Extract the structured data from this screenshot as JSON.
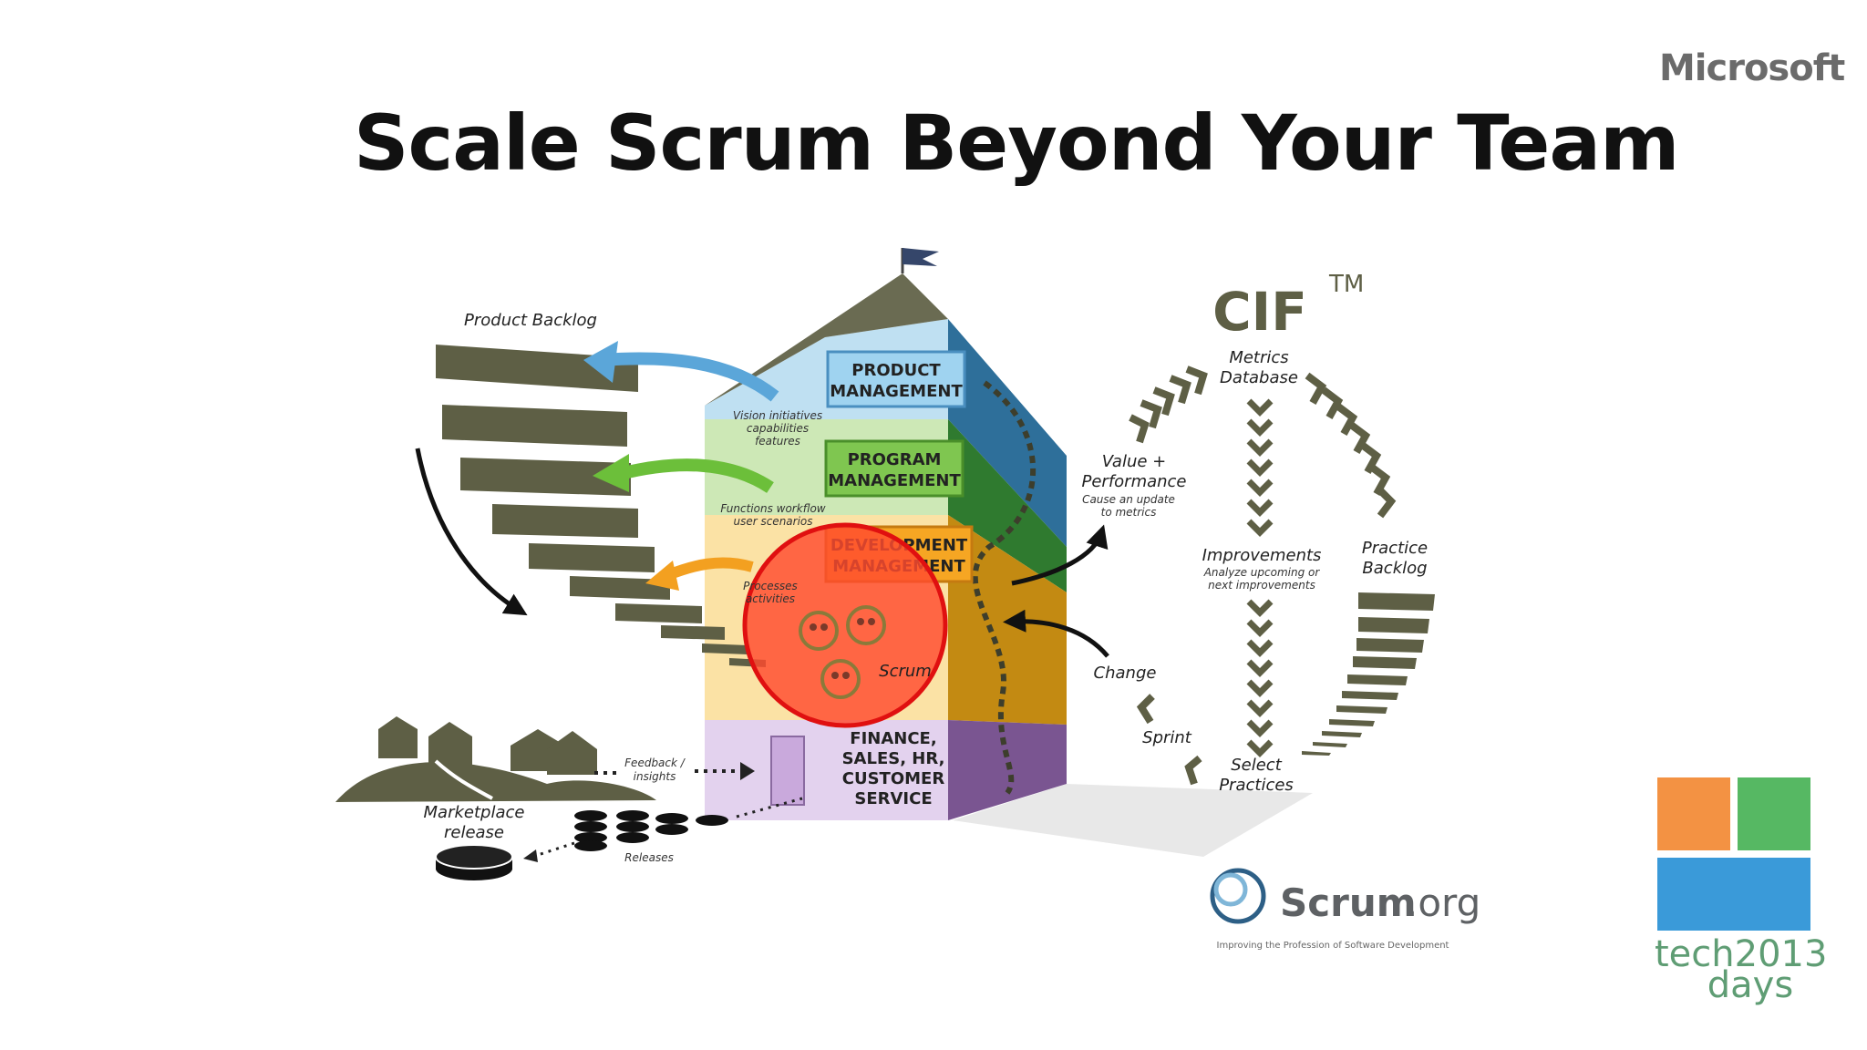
{
  "slide": {
    "title": "Scale Scrum Beyond Your Team"
  },
  "branding": {
    "microsoft": "Microsoft",
    "techdays_line1": "tech",
    "techdays_year": "2013",
    "techdays_line2": "days",
    "scrumorg_name": "Scrum",
    "scrumorg_tld": ".org",
    "scrumorg_tagline": "Improving the Profession of Software Development"
  },
  "diagram": {
    "product_backlog": "Product Backlog",
    "layers": {
      "product_mgmt": [
        "PRODUCT",
        "MANAGEMENT"
      ],
      "program_mgmt": [
        "PROGRAM",
        "MANAGEMENT"
      ],
      "development_mgmt": [
        "DEVELOPMENT",
        "MANAGEMENT"
      ],
      "finance": [
        "FINANCE,",
        "SALES, HR,",
        "CUSTOMER",
        "SERVICE"
      ]
    },
    "notes": {
      "vision": [
        "Vision initiatives",
        "capabilities",
        "features"
      ],
      "functions": [
        "Functions workflow",
        "user scenarios"
      ],
      "processes": [
        "Processes",
        "activities"
      ]
    },
    "scrum": "Scrum",
    "feedback": [
      "Feedback /",
      "insights"
    ],
    "releases": "Releases",
    "marketplace": [
      "Marketplace",
      "release"
    ],
    "cif": {
      "title": "CIF",
      "tm": "TM"
    },
    "metrics_db": [
      "Metrics",
      "Database"
    ],
    "value_perf": [
      "Value +",
      "Performance"
    ],
    "value_perf_note": [
      "Cause an update",
      "to metrics"
    ],
    "improvements": "Improvements",
    "improvements_note": [
      "Analyze upcoming or",
      "next improvements"
    ],
    "practice_backlog": [
      "Practice",
      "Backlog"
    ],
    "change": "Change",
    "sprint": "Sprint",
    "select_practices": [
      "Select",
      "Practices"
    ]
  },
  "colors": {
    "olive": "#5e5f45",
    "blue": "#5ba6d9",
    "green": "#6cbf3a",
    "orange": "#f3a020",
    "purple": "#c7a7d6",
    "highlight": "#e01010",
    "tile_orange": "#f39243",
    "tile_green": "#56b863",
    "tile_blue": "#3a9ad9"
  }
}
